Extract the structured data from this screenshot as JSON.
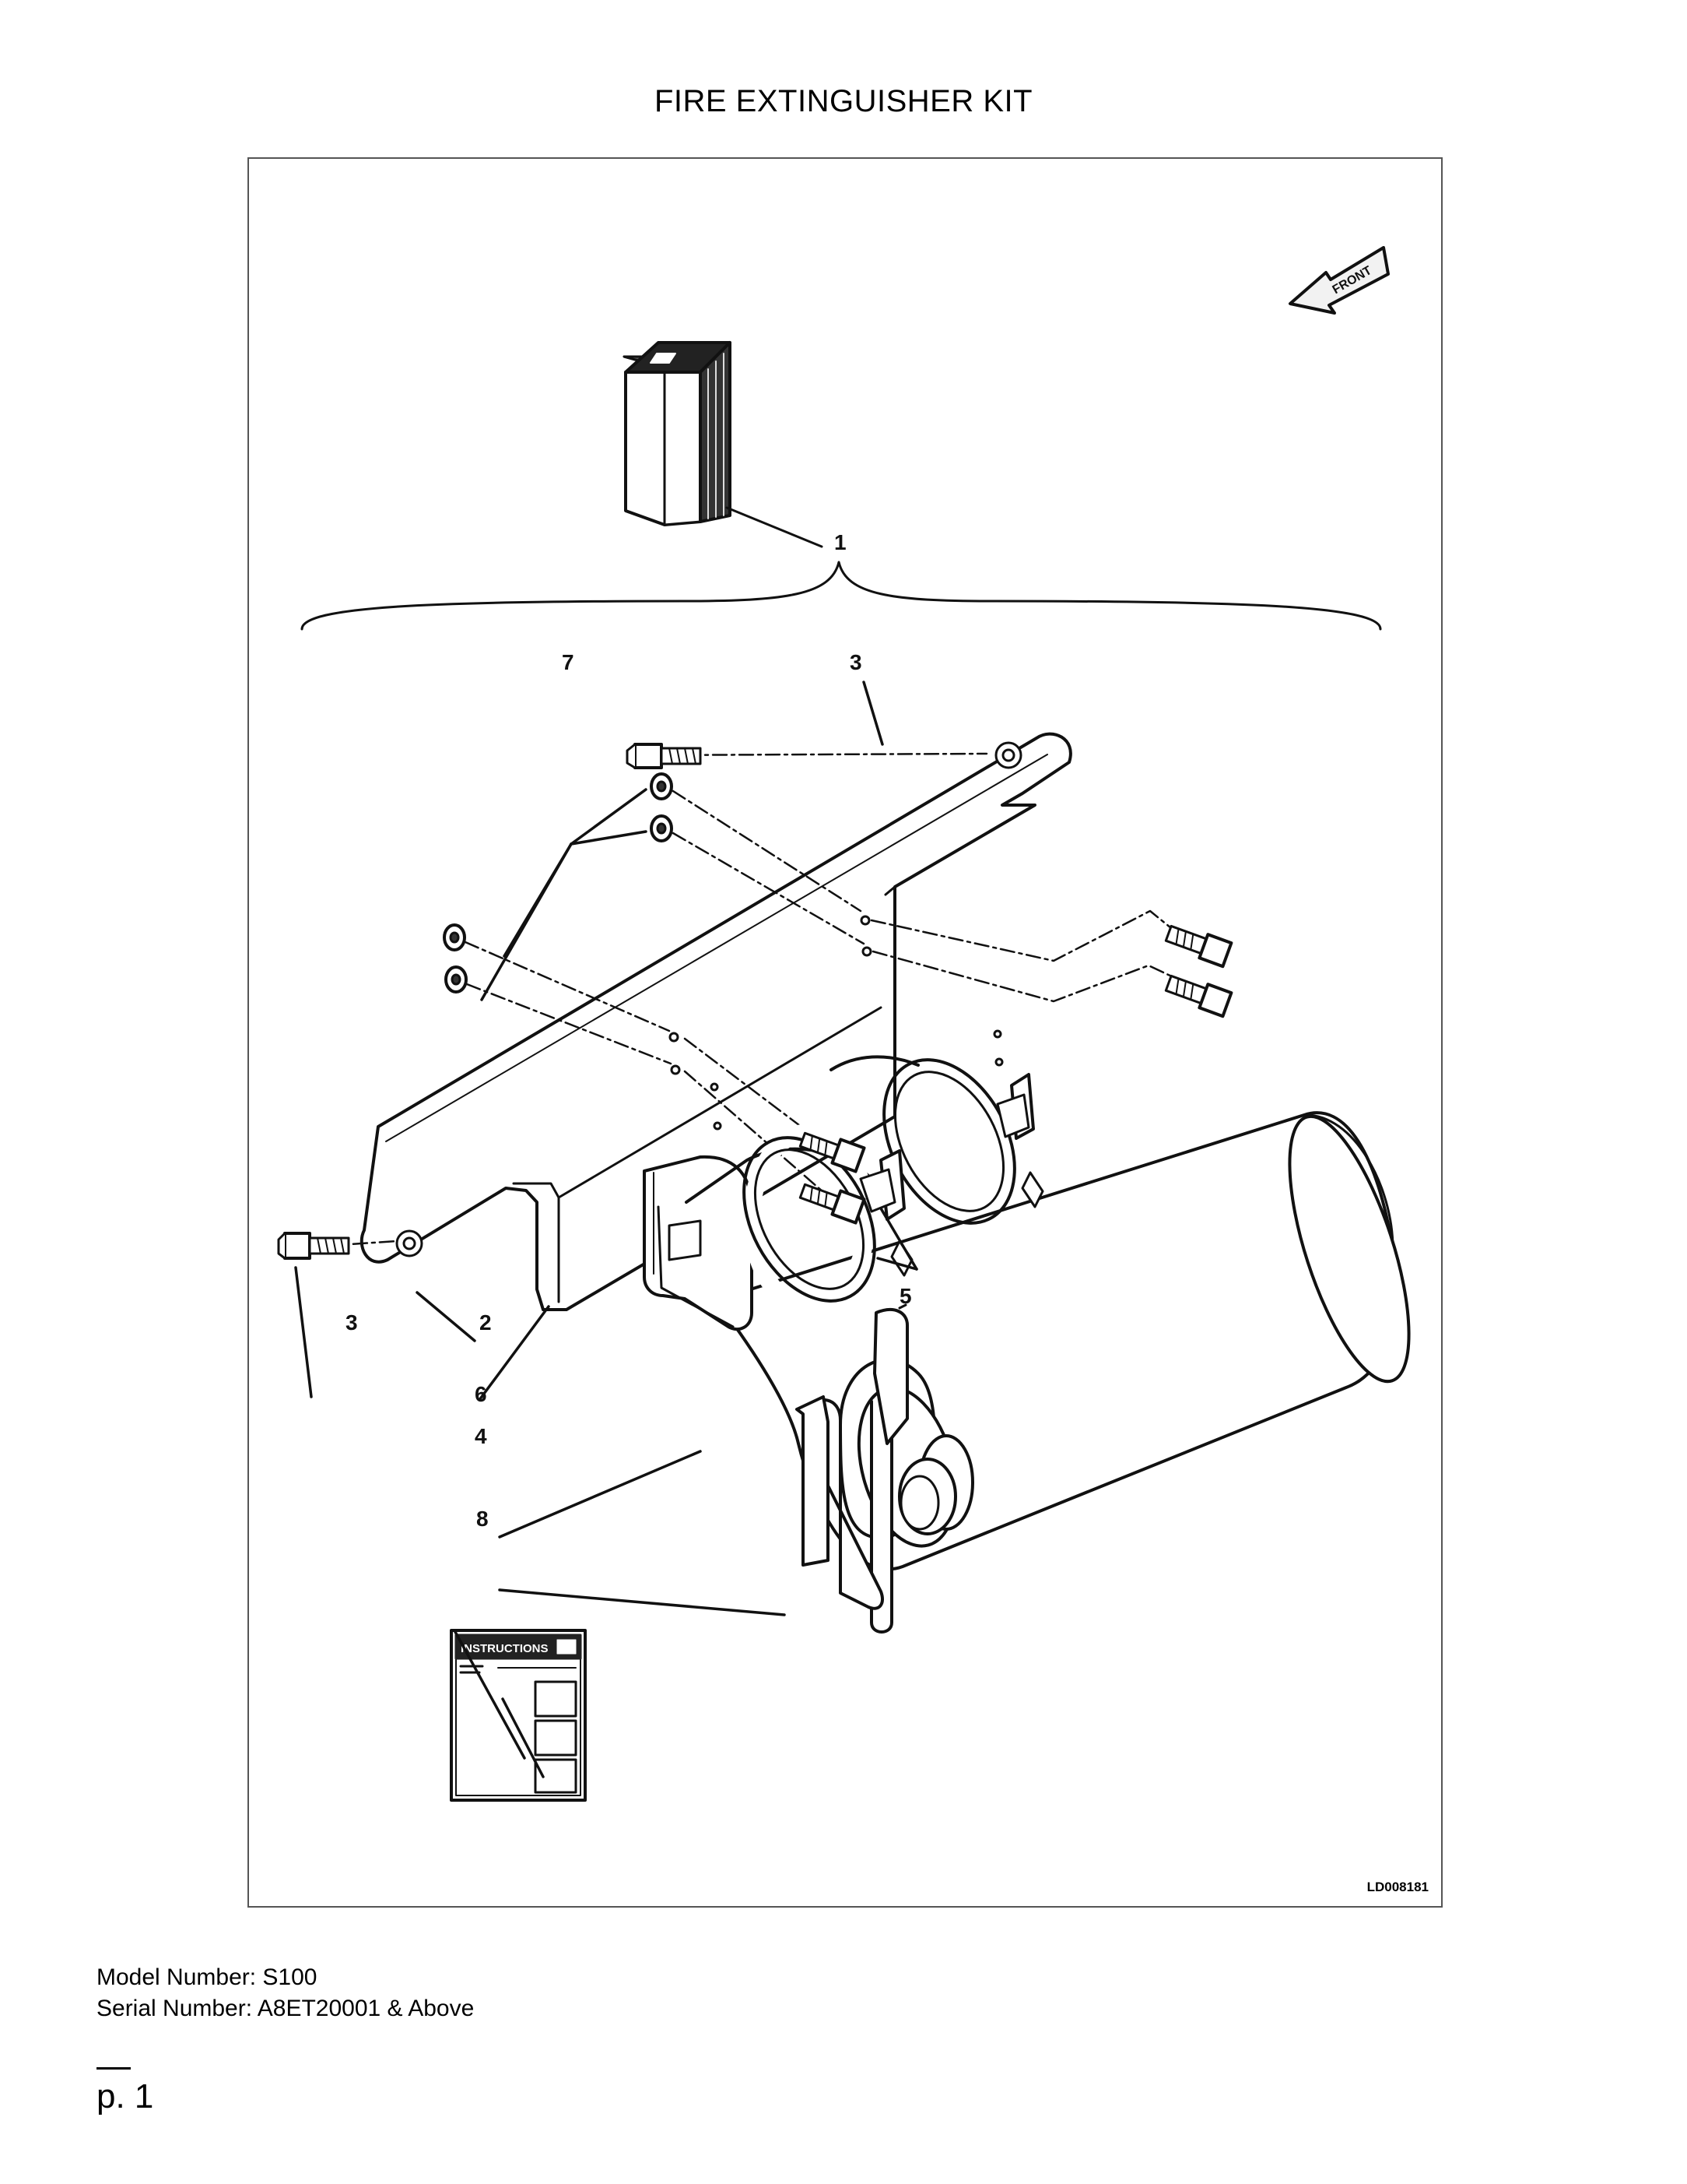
{
  "title": "FIRE EXTINGUISHER KIT",
  "figure": {
    "code": "LD008181",
    "front_arrow_label": "FRONT",
    "decal_label": "INSTRUCTIONS",
    "callouts": {
      "c1": "1",
      "c2": "2",
      "c3a": "3",
      "c3b": "3",
      "c4": "4",
      "c5": "5",
      "c6": "6",
      "c7": "7",
      "c8": "8"
    }
  },
  "model_line": "Model Number: S100",
  "serial_line": "Serial Number: A8ET20001 & Above",
  "page_label": "p. 1"
}
